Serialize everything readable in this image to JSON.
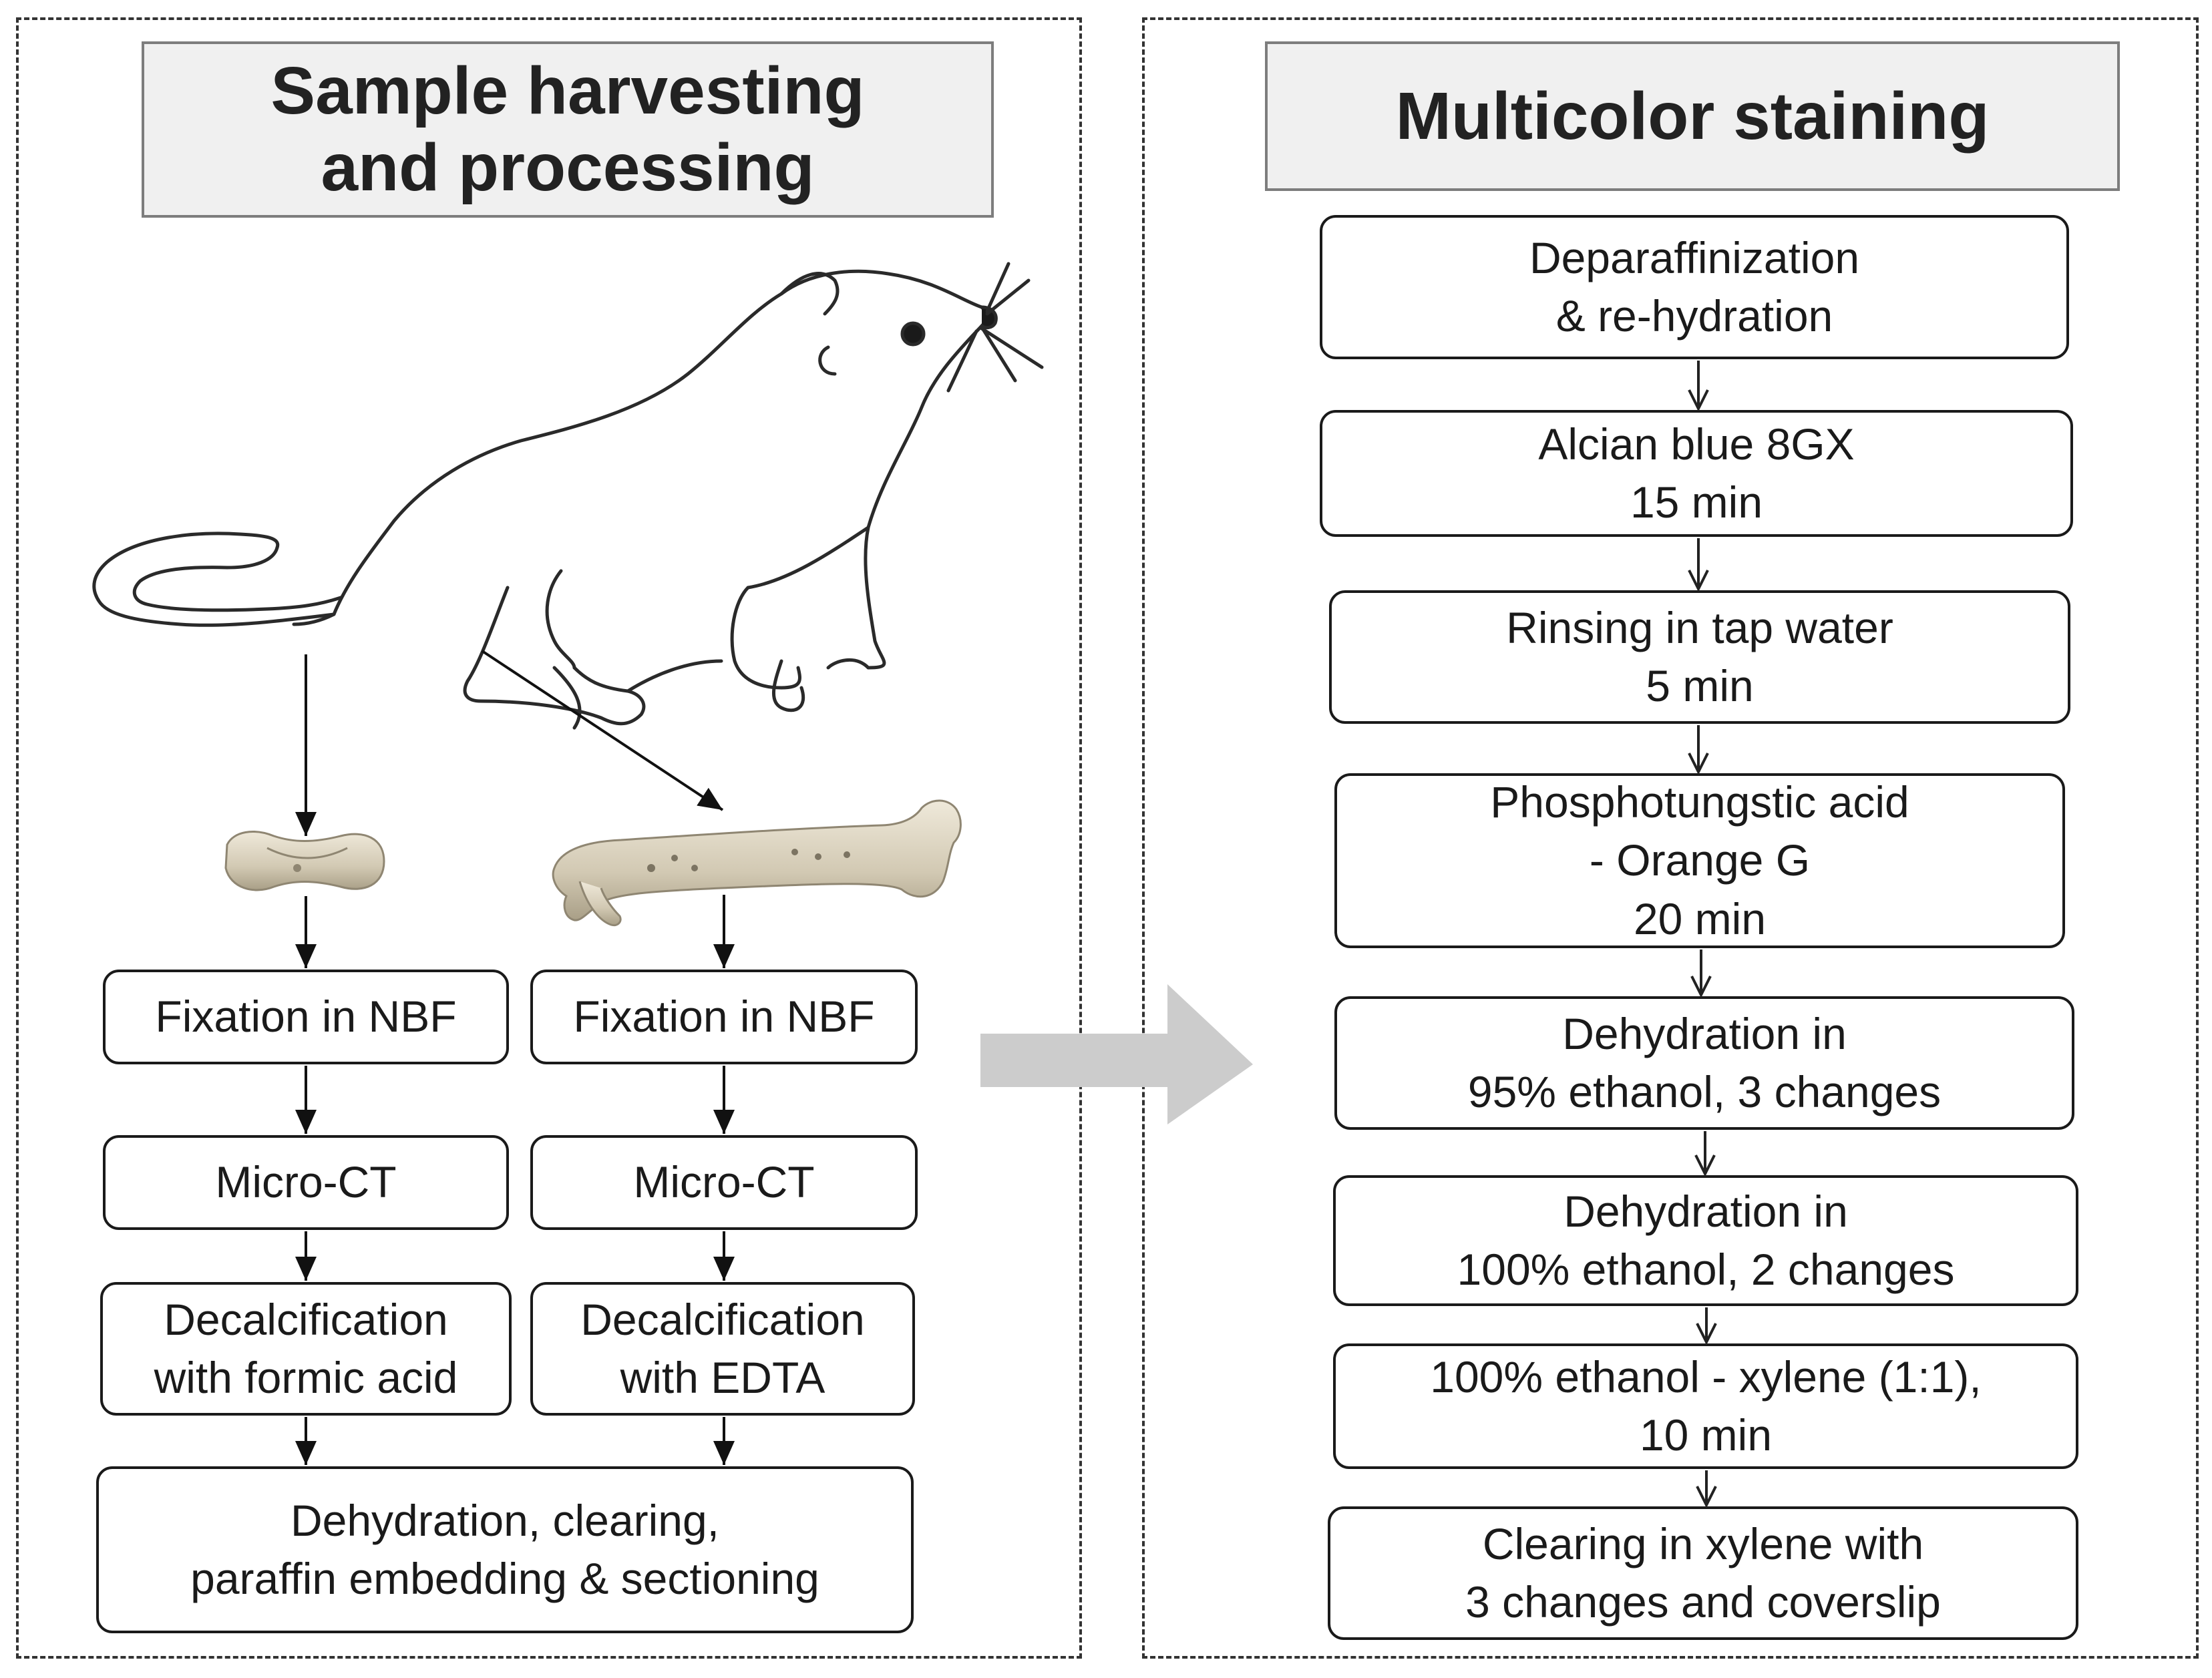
{
  "panels": {
    "left": {
      "title": "Sample harvesting\nand processing",
      "left_branch": [
        "Fixation in NBF",
        "Micro-CT",
        "Decalcification\nwith formic acid"
      ],
      "right_branch": [
        "Fixation in NBF",
        "Micro-CT",
        "Decalcification\nwith EDTA"
      ],
      "final_step": "Dehydration, clearing,\nparaffin embedding & sectioning"
    },
    "right": {
      "title": "Multicolor staining",
      "steps": [
        "Deparaffinization\n& re-hydration",
        "Alcian blue 8GX\n15 min",
        "Rinsing in tap water\n5 min",
        "Phosphotungstic acid\n- Orange G\n20 min",
        "Dehydration in\n95% ethanol, 3 changes",
        "Dehydration in\n100% ethanol, 2 changes",
        "100% ethanol - xylene (1:1),\n10 min",
        "Clearing in xylene with\n3 changes and coverslip"
      ]
    }
  },
  "colors": {
    "title_fill": "#f0f0f0",
    "title_border": "#7d7d7d",
    "panel_border": "#333333",
    "transition_arrow": "#cccccc",
    "bone": "#d9d2bf"
  },
  "icons": [
    "rat-illustration",
    "short-bone-icon",
    "long-bone-icon",
    "transition-arrow"
  ]
}
